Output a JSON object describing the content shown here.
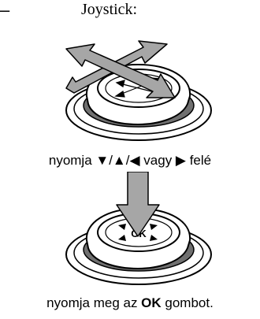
{
  "header": {
    "dash": "–",
    "title": "Joystick:"
  },
  "steps": [
    {
      "caption": "nyomja ▼/▲/◀ vagy ▶ felé"
    },
    {
      "caption_pre": "nyomja meg az ",
      "caption_bold": "OK",
      "caption_post": " gombot."
    }
  ],
  "joystick_label": "OK",
  "colors": {
    "arrow_fill": "#a6a6a6",
    "ring_dark": "#707070",
    "stroke": "#000000"
  },
  "icons": [
    "four-way-arrow-icon",
    "press-down-arrow-icon",
    "joystick-icon"
  ]
}
